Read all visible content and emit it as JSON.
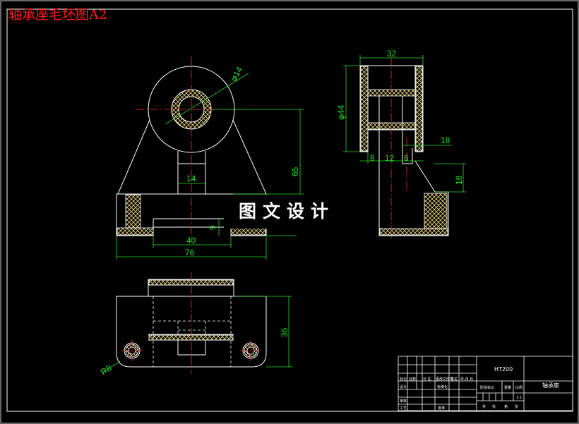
{
  "drawing": {
    "title": "轴承座毛坯图A2",
    "watermark": "图文设计"
  },
  "dimensions": {
    "front": {
      "hole_dia": "φ14",
      "height": "65",
      "web_width": "14",
      "base_thk": "9",
      "slot_width": "40",
      "total_width": "76"
    },
    "side": {
      "width": "32",
      "boss_dia": "φ44",
      "d6a": "6",
      "d12": "12",
      "d6b": "6",
      "d18": "18",
      "d16": "16"
    },
    "top": {
      "depth": "36",
      "radius": "R8"
    }
  },
  "title_block": {
    "material": "HT200",
    "part_name": "轴承座",
    "scale": "1:1",
    "row_labels": [
      "标记",
      "设计",
      "审核",
      "工艺"
    ],
    "col_labels": [
      "处数",
      "分 区",
      "更改文件号",
      "签名",
      "年.月.日"
    ],
    "std_label": "标准化",
    "approve_label": "批准",
    "stage_label": "阶段标记",
    "weight_label": "重量",
    "ratio_label": "比例",
    "sheet_labels": [
      "共",
      "张",
      "第",
      "张"
    ]
  },
  "colors": {
    "outline": "#ffffff",
    "center": "#ff2a2a",
    "dimension": "#22dd22",
    "hatch": "#e8d27a",
    "title": "#ff1a1a"
  }
}
